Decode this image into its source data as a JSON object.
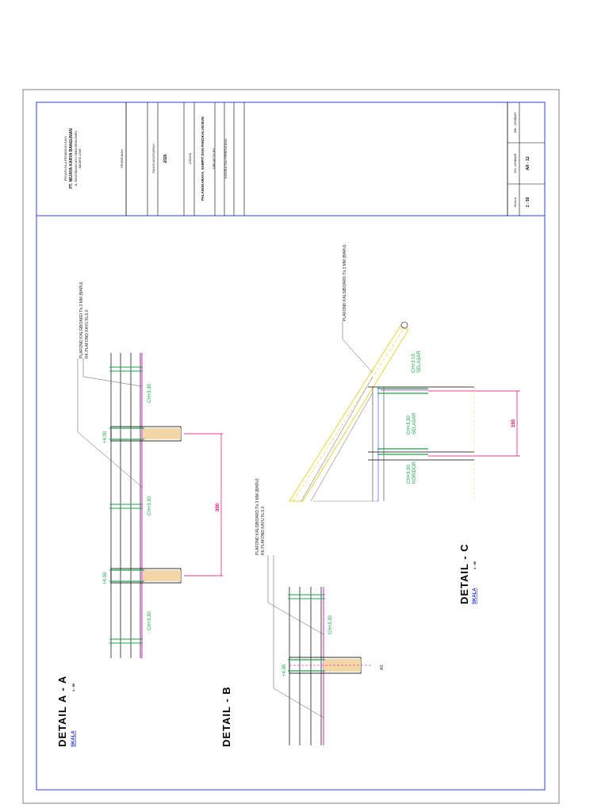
{
  "title_block": {
    "owner_label": "PENGELOLA PEMBANGUNAN",
    "company": "PT. WIJAYA KARYA BANGUNAN",
    "address_line1": "JL. RAYA PAKUAN NO.1 KEBAYORAN BARU",
    "address_line2": "JAKARTA 12345",
    "pekerjaan_label": "PEKERJAAN",
    "tahun_label": "TAHUN ANGGARAN",
    "tahun_value": "2020",
    "lokasi_label": "LOKASI",
    "lokasi_value": "PALANGKARAYA, SAMPIT DAN PANGKALAN BUN",
    "dibuat_label": "DIBUAT OLEH",
    "konsultan_label": "KONSULTAN PERENCANA",
    "skala_label": "SKALA",
    "no_lembar_label": "NO. LEMBAR",
    "jml_lembar_label": "JML. LEMBAR",
    "skala_value": "1 : 50",
    "no_lembar_value": "AR - 12"
  },
  "detail_a": {
    "title": "DETAIL  A - A",
    "scale_label": "SKALA",
    "scale_value": "1 : 50",
    "note1": "PLAFOND KALSIBOARD Tb.3 MM (BARU)",
    "note2": "RK.PLAFOND KAYU KLS.II",
    "level_top1": "+4.00",
    "level_top2": "+4.00",
    "ch1": "CH+3.30",
    "ch2": "CH+3.30",
    "ch3": "CH+3.30",
    "dim": "300"
  },
  "detail_b": {
    "title": "DETAIL - B",
    "note1": "PLAFOND KALSIBOARD Tb.3 MM (BARU)",
    "note2": "RK.PLAFOND KAYU KLS.II",
    "level_top": "+4.00",
    "ch": "CH+3.30",
    "axis": "AS"
  },
  "detail_c": {
    "title": "DETAIL - C",
    "scale_label": "SKALA",
    "scale_value": "1 : 50",
    "note": "PLAFOND KALSIBOARD Tb.3 MM (BARU)",
    "ch1_value": "CH+3.15",
    "ch1_label": "SELASAR",
    "ch2_value": "CH+3.30",
    "ch2_label": "SELASAR",
    "ch3_value": "CH+3.30",
    "ch3_label": "KORIDOR",
    "dim": "150"
  },
  "colors": {
    "frame": "#2f3fe0",
    "outer_border": "#7f7f7f",
    "level": "#1aa54b",
    "dimension": "#e0006e",
    "hatch": "#d8973a",
    "ceiling": "#e31bd0",
    "roof": "#e7dc5a"
  }
}
